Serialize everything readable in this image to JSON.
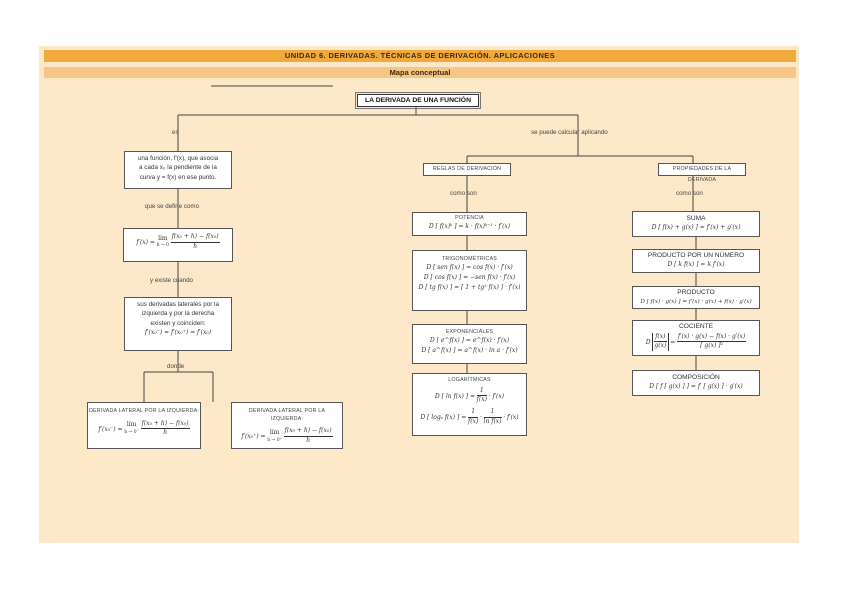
{
  "header": {
    "unit_title": "UNIDAD 6. DERIVADAS. TÉCNICAS DE DERIVACIÓN. APLICACIONES",
    "subtitle": "Mapa conceptual"
  },
  "colors": {
    "band_dark": "#f2a93b",
    "band_light": "#f6c784",
    "background": "#fde9c9"
  },
  "root": {
    "label": "LA DERIVADA DE UNA FUNCIÓN"
  },
  "left_branch": {
    "connector_es": "es",
    "definition_box": {
      "line1": "una función, f′(x), que asocia",
      "line2": "a cada x₀ la pendiente de la",
      "line3": "curva y = f(x) en ese punto."
    },
    "connector_defined": "que se define como",
    "limit_box": {
      "lhs": "f′(x) =",
      "lim": "lím",
      "cond": "h → 0",
      "num": "f(x₀ + h) − f(x₀)",
      "den": "h"
    },
    "connector_exists": "y existe cuando",
    "side_box": {
      "line1": "sus derivadas laterales por la",
      "line2": "izquierda y por la derecha",
      "line3": "existen y coinciden:",
      "formula": "f′(x₀⁻) = f′(x₀⁺) = f′(x₀)"
    },
    "connector_where": "donde",
    "lateral_left": {
      "title": "DERIVADA LATERAL POR LA IZQUIERDA:",
      "lhs": "f′(x₀⁻) =",
      "lim": "lím",
      "cond": "h → 0⁻",
      "num": "f(x₀ + h) − f(x₀)",
      "den": "h"
    },
    "lateral_right": {
      "title": "DERIVADA LATERAL POR LA IZQUIERDA:",
      "lhs": "f′(x₀⁺) =",
      "lim": "lím",
      "cond": "h → 0⁺",
      "num": "f(x₀ + h) − f(x₀)",
      "den": "h"
    }
  },
  "right_branch": {
    "connector_calc": "se puede calcular aplicando",
    "rules": {
      "title": "REGLAS DE DERIVACIÓN",
      "connector": "como son",
      "potencia": {
        "title": "POTENCIA",
        "formula": "D [ f(x)ᵏ ] = k · f(x)ᵏ⁻¹ · f′(x)"
      },
      "trig": {
        "title": "TRIGONOMÉTRICAS",
        "f1": "D [ sen f(x) ] = cos f(x) · f′(x)",
        "f2": "D [ cos f(x) ] = −sen f(x) · f′(x)",
        "f3": "D [ tg f(x) ] = [ 1 + tg² f(x) ] · f′(x)"
      },
      "expo": {
        "title": "EXPONENCIALES",
        "f1": "D [ e^f(x) ] = e^f(x) · f′(x)",
        "f2": "D [ a^f(x) ] = a^f(x) · ln a · f′(x)"
      },
      "log": {
        "title": "LOGARÍTMICAS",
        "f1_lhs": "D [ ln f(x) ] =",
        "f1_num": "1",
        "f1_den": "f(x)",
        "f1_rhs": "· f′(x)",
        "f2_lhs": "D [ logₐ f(x) ] =",
        "f2_num1": "1",
        "f2_den1": "f(x)",
        "f2_num2": "1",
        "f2_den2": "ln f(x)",
        "f2_rhs": "· f′(x)"
      }
    },
    "properties": {
      "title": "PROPIEDADES DE LA DERIVADA",
      "connector": "como son",
      "suma": {
        "title": "SUMA",
        "formula": "D [ f(x) + g(x) ] = f′(x) + g′(x)"
      },
      "producto_num": {
        "title": "PRODUCTO POR UN NÚMERO",
        "formula": "D [ k f(x) ] = k f′(x)"
      },
      "producto": {
        "title": "PRODUCTO",
        "formula": "D [ f(x) · g(x) ] = f′(x) · g(x) + f(x) · g′(x)"
      },
      "cociente": {
        "title": "COCIENTE",
        "lhs_num": "f(x)",
        "lhs_den": "g(x)",
        "num": "f′(x) · g(x) − f(x) · g′(x)",
        "den": "[ g(x) ]²"
      },
      "composicion": {
        "title": "COMPOSICIÓN",
        "formula": "D [ f [ g(x) ] ] = f′ [ g(x) ] · g′(x)"
      }
    }
  }
}
